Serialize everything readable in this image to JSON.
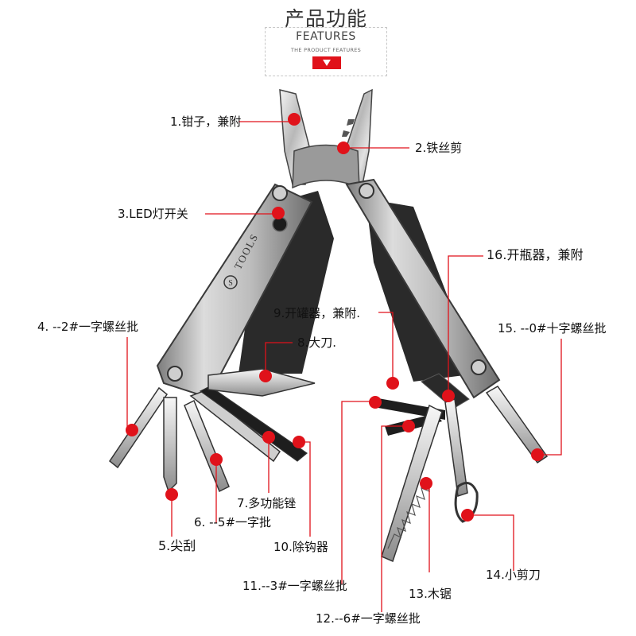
{
  "header": {
    "title": "产品功能",
    "features": "FEATURES",
    "subtitle": "THE PRODUCT FEATURES",
    "arrow_icon": "triangle-down-icon",
    "accent_color": "#e0121a"
  },
  "tool": {
    "brand": "TOOLS",
    "logo_letter": "S"
  },
  "callouts": [
    {
      "id": "c1",
      "text": "1.钳子，兼附"
    },
    {
      "id": "c2",
      "text": "2.铁丝剪"
    },
    {
      "id": "c3",
      "text": "3.LED灯开关"
    },
    {
      "id": "c4",
      "text": "4. --2#一字螺丝批"
    },
    {
      "id": "c5",
      "text": "5.尖刮"
    },
    {
      "id": "c6",
      "text": "6. --5#一字批"
    },
    {
      "id": "c7",
      "text": "7.多功能锉"
    },
    {
      "id": "c8",
      "text": "8.大刀."
    },
    {
      "id": "c9",
      "text": "9.开罐器，兼附."
    },
    {
      "id": "c10",
      "text": "10.除钩器"
    },
    {
      "id": "c11",
      "text": "11.--3#一字螺丝批"
    },
    {
      "id": "c12",
      "text": "12.--6#一字螺丝批"
    },
    {
      "id": "c13",
      "text": "13.木锯"
    },
    {
      "id": "c14",
      "text": "14.小剪刀"
    },
    {
      "id": "c15",
      "text": "15. --0#十字螺丝批"
    },
    {
      "id": "c16",
      "text": "16.开瓶器，兼附"
    }
  ]
}
